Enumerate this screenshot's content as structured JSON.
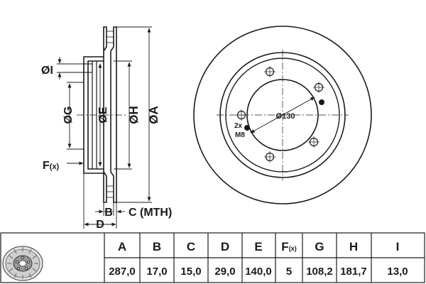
{
  "side_view": {
    "labels": {
      "A": "ØA",
      "H": "ØH",
      "E": "ØE",
      "G": "ØG",
      "I": "ØI",
      "F": "F",
      "F_sub": "(x)",
      "B": "B",
      "C": "C (MTH)",
      "D": "D"
    }
  },
  "front_view": {
    "pcd_label": "Ø130",
    "thread_count": "2x",
    "thread_size": "M8"
  },
  "spec_table": {
    "headers": [
      "A",
      "B",
      "C",
      "D",
      "E",
      "F",
      "G",
      "H",
      "I"
    ],
    "header_F_sub": "(x)",
    "values": [
      "287,0",
      "17,0",
      "15,0",
      "29,0",
      "140,0",
      "5",
      "108,2",
      "181,7",
      "13,0"
    ]
  },
  "colors": {
    "line": "#1a1a1a",
    "background": "#ffffff"
  }
}
